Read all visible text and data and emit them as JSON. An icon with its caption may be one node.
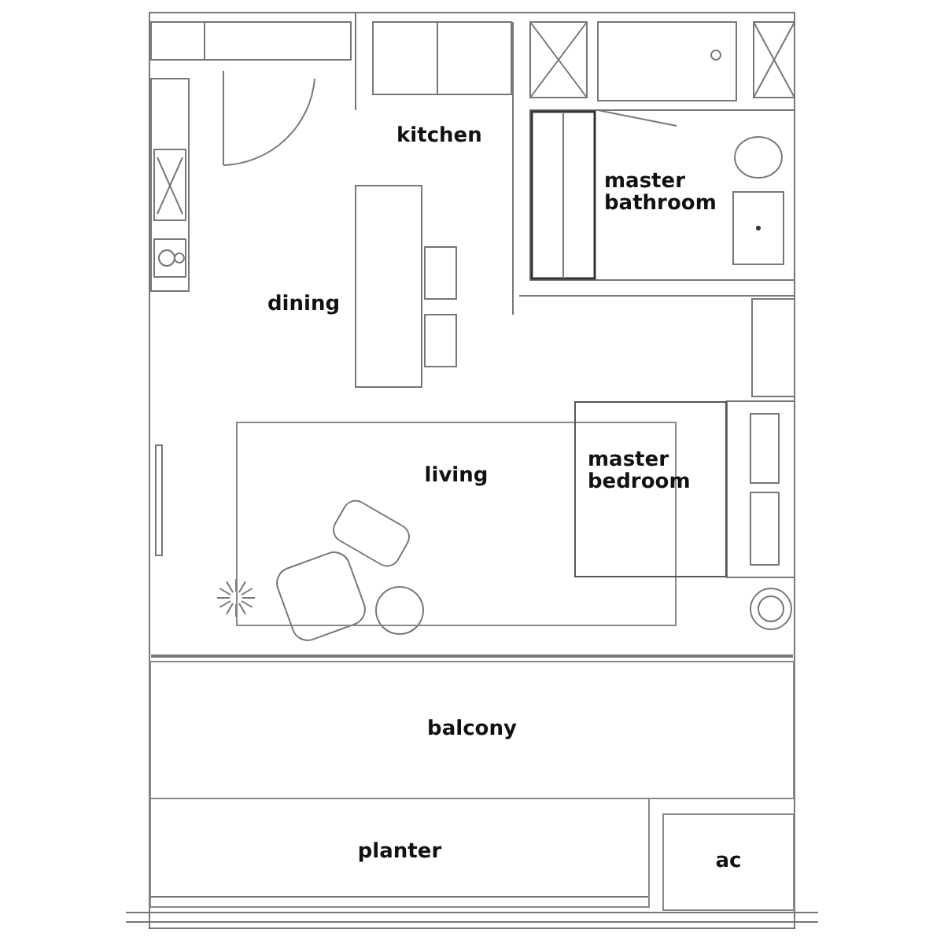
{
  "diagram": {
    "nodes": [
      {
        "text": [
          "living"
        ]
      },
      {
        "text": [
          "master bedroom"
        ]
      },
      {
        "text": [
          "balcony"
        ]
      },
      {
        "text": [
          "planter"
        ]
      },
      {
        "text": [
          "ac"
        ]
      }
    ],
    "labels": [
      "kitchen",
      "master bathroom",
      "dining"
    ]
  }
}
